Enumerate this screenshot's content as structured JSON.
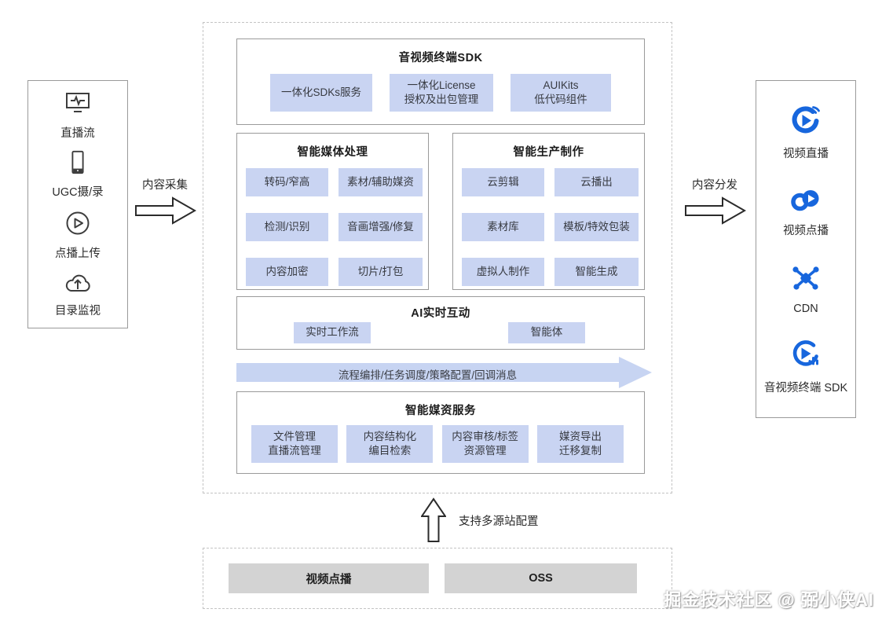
{
  "colors": {
    "accent_blue": "#1766dd",
    "chip_fill": "#c9d4f2",
    "band_fill": "#c7d4f2",
    "gray_fill": "#d3d3d3",
    "panel_border": "#9a9a9a",
    "dashed_border": "#c3c3c3"
  },
  "left_panel": {
    "items": [
      {
        "icon": "live-stream-monitor-icon",
        "label": "直播流"
      },
      {
        "icon": "smartphone-icon",
        "label": "UGC摄/录"
      },
      {
        "icon": "play-circle-icon",
        "label": "点播上传"
      },
      {
        "icon": "cloud-upload-icon",
        "label": "目录监视"
      }
    ]
  },
  "arrows": {
    "collect": "内容采集",
    "distribute": "内容分发",
    "multi_origin": "支持多源站配置"
  },
  "center": {
    "terminal_sdk": {
      "title": "音视频终端SDK",
      "items": [
        "一体化SDKs服务",
        "一体化License\n授权及出包管理",
        "AUIKits\n低代码组件"
      ]
    },
    "media_processing": {
      "title": "智能媒体处理",
      "items": [
        "转码/窄高",
        "素材/辅助媒资",
        "检测/识别",
        "音画增强/修复",
        "内容加密",
        "切片/打包"
      ]
    },
    "production": {
      "title": "智能生产制作",
      "items": [
        "云剪辑",
        "云播出",
        "素材库",
        "模板/特效包装",
        "虚拟人制作",
        "智能生成"
      ]
    },
    "ai_realtime": {
      "title": "AI实时互动",
      "items": [
        "实时工作流",
        "智能体"
      ]
    },
    "pipeline_band": {
      "label": "流程编排/任务调度/策略配置/回调消息"
    },
    "media_asset": {
      "title": "智能媒资服务",
      "items": [
        "文件管理\n直播流管理",
        "内容结构化\n编目检索",
        "内容审核/标签\n资源管理",
        "媒资导出\n迁移复制"
      ]
    }
  },
  "right_panel": {
    "items": [
      {
        "icon": "live-video-icon",
        "label": "视频直播"
      },
      {
        "icon": "vod-icon",
        "label": "视频点播"
      },
      {
        "icon": "cdn-icon",
        "label": "CDN"
      },
      {
        "icon": "terminal-sdk-icon",
        "label": "音视频终端 SDK"
      }
    ]
  },
  "bottom_panel": {
    "items": [
      "视频点播",
      "OSS"
    ]
  },
  "watermark": "掘金技术社区 @ 弼小侠AI"
}
